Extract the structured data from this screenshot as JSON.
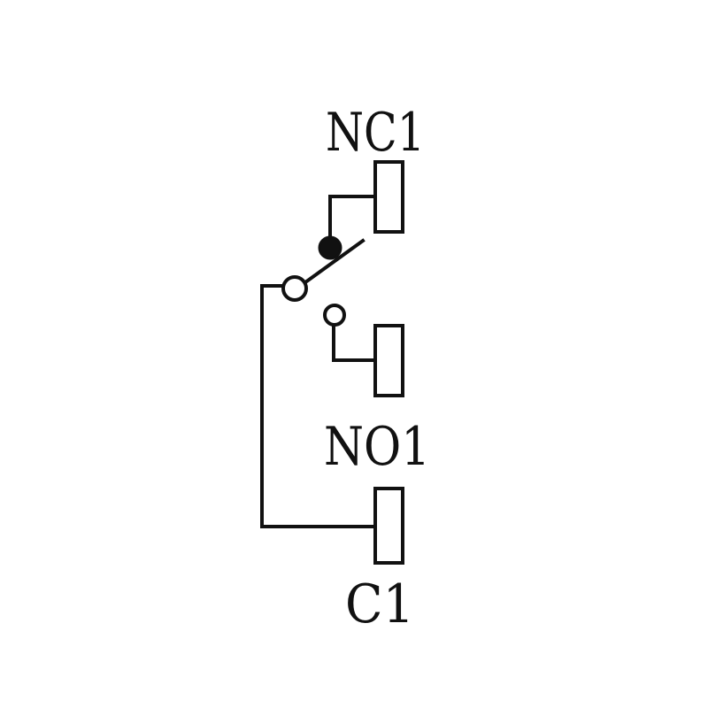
{
  "diagram": {
    "labels": {
      "nc": "NC1",
      "no": "NO1",
      "common": "C1"
    },
    "colors": {
      "line": "#111111",
      "background": "#ffffff"
    }
  }
}
